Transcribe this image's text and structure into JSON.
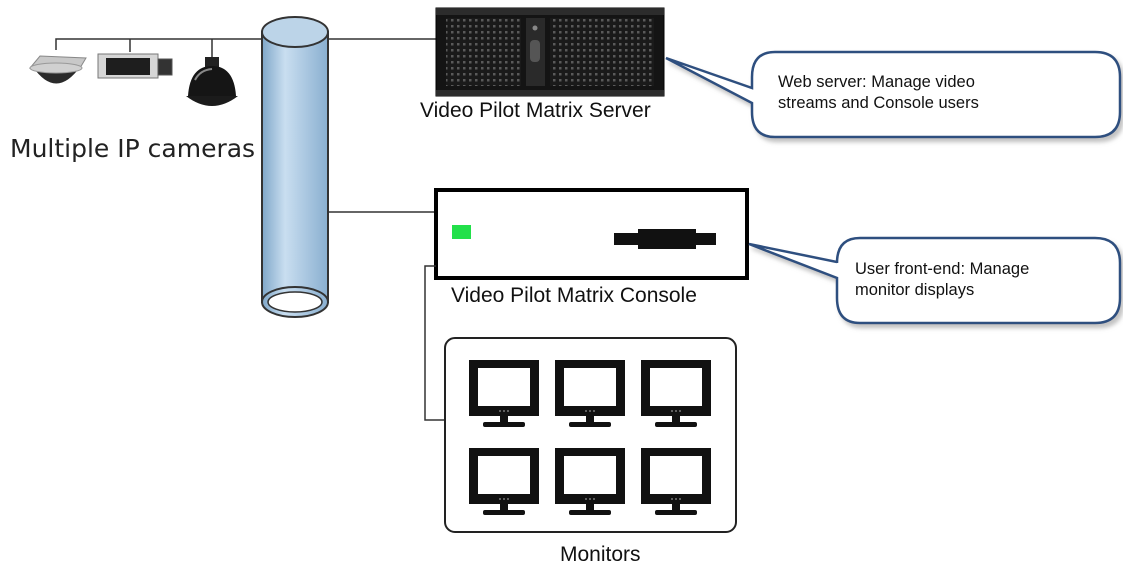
{
  "labels": {
    "cameras": "Multiple IP cameras",
    "server": "Video Pilot Matrix Server",
    "console": "Video Pilot Matrix Console",
    "monitors": "Monitors"
  },
  "callouts": {
    "web_server_line1": "Web server: Manage video",
    "web_server_line2": "streams and Console users",
    "user_frontend_line1": "User front-end: Manage",
    "user_frontend_line2": "monitor displays"
  },
  "colors": {
    "pipe": "#a9c6de",
    "callout_border": "#2f4f7f",
    "status_led": "#22e04a"
  },
  "icons": [
    "dome-camera-icon",
    "box-camera-icon",
    "ptz-camera-icon",
    "network-pipe",
    "server-icon",
    "console-icon",
    "monitor-icon"
  ]
}
